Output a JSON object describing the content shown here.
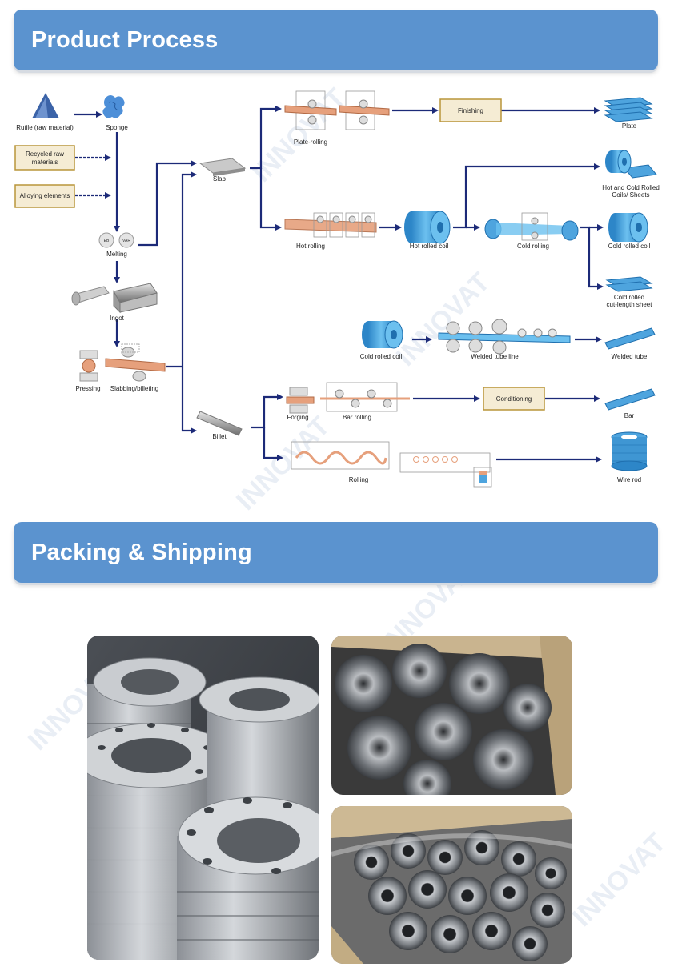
{
  "sections": {
    "process_title": "Product Process",
    "packing_title": "Packing & Shipping"
  },
  "watermark": "INNOVAT",
  "colors": {
    "banner": "#5b93cf",
    "arrow": "#1c2a78",
    "box_fill": "#f5ecd4",
    "box_border": "#b9953a",
    "steel_blue": "#4ea4de",
    "copper": "#e6a07c"
  },
  "diagram": {
    "rutile": "Rutile (raw material)",
    "sponge": "Sponge",
    "recycled": [
      "Recycled raw",
      "materials"
    ],
    "alloying": "Alloying elements",
    "melting": "Melting",
    "ingot": "Ingot",
    "pressing": "Pressing",
    "slabbing": "Slabbing/billeting",
    "slab": "Slab",
    "billet": "Billet",
    "plate_rolling": "Plate-rolling",
    "finishing": "Finishing",
    "plate": "Plate",
    "hot_cold_sheets": [
      "Hot and Cold Rolled",
      "Coils/ Sheets"
    ],
    "hot_rolling": "Hot rolling",
    "hot_rolled_coil": "Hot rolled coil",
    "cold_rolling": "Cold rolling",
    "cold_rolled_coil": "Cold rolled coil",
    "cold_cut_sheet": [
      "Cold rolled",
      "cut-length sheet"
    ],
    "cold_rolled_coil_2": "Cold rolled coil",
    "welded_tube_line": "Welded tube line",
    "welded_tube": "Welded tube",
    "forging": "Forging",
    "bar_rolling": "Bar rolling",
    "conditioning": "Conditioning",
    "bar": "Bar",
    "rolling": "Rolling",
    "wire_rod": "Wire rod",
    "melting_icons": [
      "EB",
      "VAR"
    ]
  },
  "photos": {
    "left": "stacked slip-on flanges",
    "right_top": "weld neck flanges in wooden crate",
    "right_bottom": "threaded flanges in wooden box with plastic wrap"
  }
}
